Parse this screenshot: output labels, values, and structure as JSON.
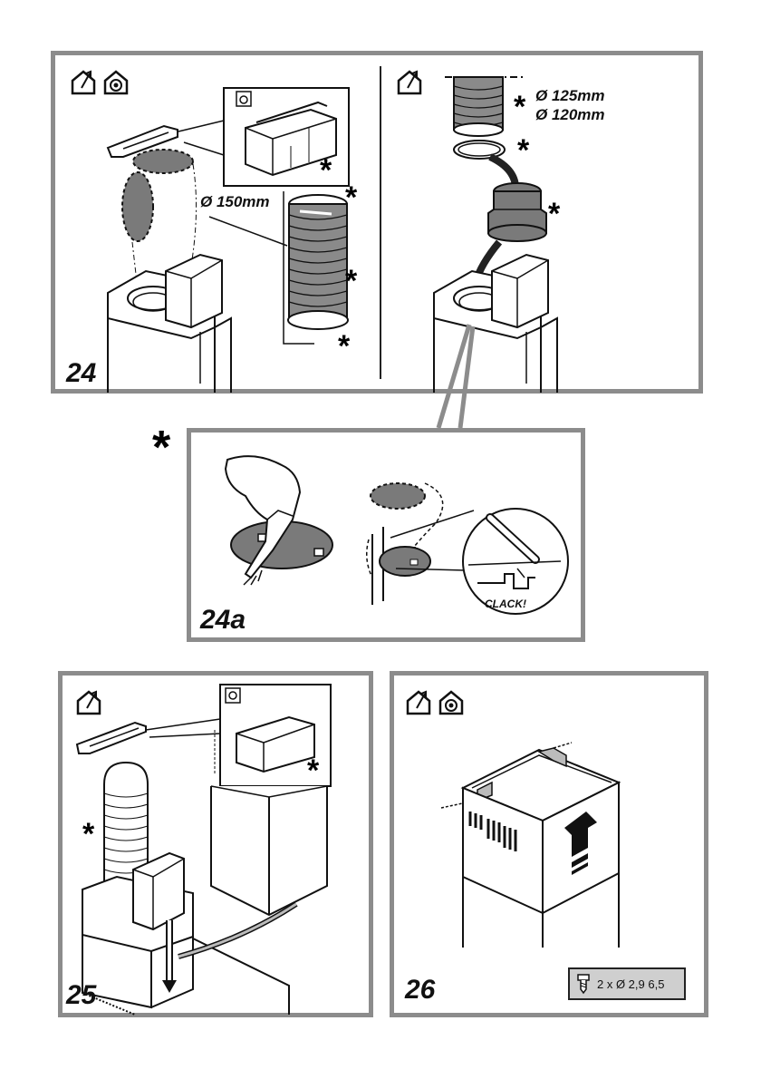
{
  "steps": {
    "s24": {
      "number": "24",
      "diam_150": "Ø 150mm",
      "diam_125": "Ø 125mm",
      "diam_120": "Ø 120mm"
    },
    "s24a": {
      "number": "24a",
      "sound": "CLACK!"
    },
    "s25": {
      "number": "25"
    },
    "s26": {
      "number": "26",
      "screw_spec": "2 x Ø 2,9 6,5"
    }
  },
  "marks": {
    "star": "*"
  },
  "icons": [
    "house-extraction-icon",
    "house-recirculation-icon",
    "screw-icon"
  ],
  "colors": {
    "panel_border": "#8c8c8c",
    "shade": "#7a7a7a",
    "light_grey": "#cfcfcf"
  }
}
